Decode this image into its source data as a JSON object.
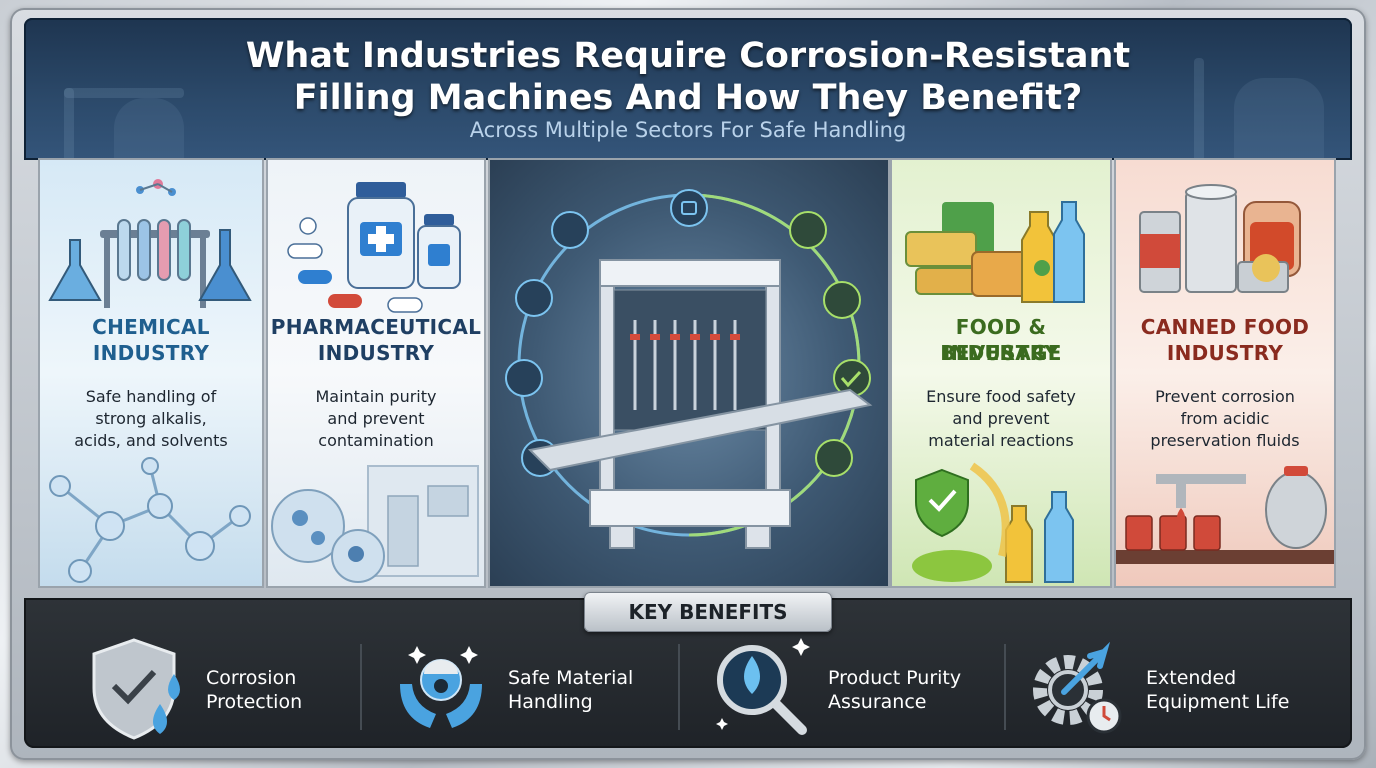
{
  "header": {
    "title_line1": "What Industries Require Corrosion-Resistant",
    "title_line2": "Filling Machines And How They Benefit?",
    "subtitle": "Across Multiple Sectors For Safe Handling"
  },
  "industries": [
    {
      "title_line1": "CHEMICAL",
      "title_line2": "INDUSTRY",
      "desc_line1": "Safe handling of",
      "desc_line2": "strong alkalis,",
      "desc_line3": "acids, and solvents",
      "color": "#1f5f8f"
    },
    {
      "title_line1": "PHARMACEUTICAL",
      "title_line2": "INDUSTRY",
      "desc_line1": "Maintain purity",
      "desc_line2": "and prevent",
      "desc_line3": "contamination",
      "color": "#1f3f63"
    },
    {
      "title_line1": "FOOD & BEVERAGE",
      "title_line2": "INDUSTRY",
      "desc_line1": "Ensure food safety",
      "desc_line2": "and prevent",
      "desc_line3": "material reactions",
      "color": "#3b6b1f"
    },
    {
      "title_line1": "CANNED FOOD",
      "title_line2": "INDUSTRY",
      "desc_line1": "Prevent corrosion",
      "desc_line2": "from acidic",
      "desc_line3": "preservation fluids",
      "color": "#8a2b1f"
    }
  ],
  "benefits": {
    "heading": "KEY BENEFITS",
    "items": [
      {
        "line1": "Corrosion",
        "line2": "Protection",
        "icon": "shield-droplet-icon"
      },
      {
        "line1": "Safe Material",
        "line2": "Handling",
        "icon": "hands-worker-icon"
      },
      {
        "line1": "Product Purity",
        "line2": "Assurance",
        "icon": "magnifier-droplet-icon"
      },
      {
        "line1": "Extended",
        "line2": "Equipment Life",
        "icon": "gear-arrow-icon"
      }
    ]
  },
  "colors": {
    "header_bg": "#2c4a6b",
    "ring_green": "#a8e06a",
    "ring_blue": "#7cc4f0"
  }
}
